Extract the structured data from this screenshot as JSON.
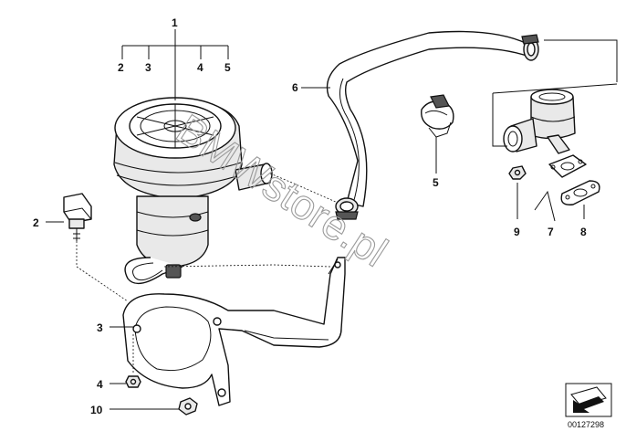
{
  "watermark": "BMWstore.pl",
  "diagram_code": "00127298",
  "labels": {
    "l1": "1",
    "l2a": "2",
    "l3a": "3",
    "l4a": "4",
    "l5a": "5",
    "l6": "6",
    "l5b": "5",
    "l9": "9",
    "l7": "7",
    "l8": "8",
    "l2b": "2",
    "l3b": "3",
    "l4b": "4",
    "l10": "10"
  }
}
